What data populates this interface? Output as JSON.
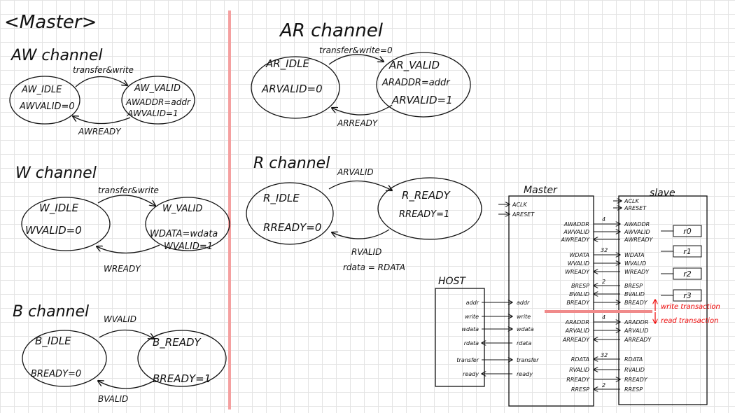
{
  "page_title": "<Master>",
  "aw": {
    "heading": "AW channel",
    "idle_name": "AW_IDLE",
    "idle_out": "AWVALID=0",
    "valid_name": "AW_VALID",
    "valid_out1": "AWADDR=addr",
    "valid_out2": "AWVALID=1",
    "fwd": "transfer&write",
    "back": "AWREADY"
  },
  "w": {
    "heading": "W channel",
    "idle_name": "W_IDLE",
    "idle_out": "WVALID=0",
    "valid_name": "W_VALID",
    "valid_out1": "WDATA=wdata",
    "valid_out2": "WVALID=1",
    "fwd": "transfer&write",
    "back": "WREADY"
  },
  "b": {
    "heading": "B channel",
    "idle_name": "B_IDLE",
    "idle_out": "BREADY=0",
    "ready_name": "B_READY",
    "ready_out": "BREADY=1",
    "fwd": "WVALID",
    "back": "BVALID"
  },
  "ar": {
    "heading": "AR channel",
    "idle_name": "AR_IDLE",
    "idle_out": "ARVALID=0",
    "valid_name": "AR_VALID",
    "valid_out1": "ARADDR=addr",
    "valid_out2": "ARVALID=1",
    "fwd": "transfer&write=0",
    "back": "ARREADY"
  },
  "r": {
    "heading": "R channel",
    "idle_name": "R_IDLE",
    "idle_out": "RREADY=0",
    "ready_name": "R_READY",
    "ready_out": "RREADY=1",
    "fwd": "ARVALID",
    "back1": "RVALID",
    "back2": "rdata = RDATA"
  },
  "block": {
    "host_title": "HOST",
    "master_title": "Master",
    "slave_title": "slave",
    "host_sigs": [
      "addr",
      "write",
      "wdata",
      "rdata",
      "transfer",
      "ready"
    ],
    "master_host_sigs": [
      "addr",
      "write",
      "wdata",
      "rdata",
      "transfer",
      "ready"
    ],
    "master_clk": "ACLK",
    "master_rst": "ARESET",
    "slave_clk": "ACLK",
    "slave_rst": "ARESET",
    "aw_sigs": [
      "AWADDR",
      "AWVALID",
      "AWREADY"
    ],
    "w_sigs": [
      "WDATA",
      "WVALID",
      "WREADY"
    ],
    "b_sigs": [
      "BRESP",
      "BVALID",
      "BREADY"
    ],
    "ar_sigs": [
      "ARADDR",
      "ARVALID",
      "ARREADY"
    ],
    "r_sigs": [
      "RDATA",
      "RVALID",
      "RREADY",
      "RRESP"
    ],
    "bus_widths": [
      "4",
      "32",
      "2",
      "4",
      "32",
      "2"
    ],
    "registers": [
      "r0",
      "r1",
      "r2",
      "r3"
    ],
    "write_note": "write transaction",
    "read_note": "read transaction"
  },
  "colors": {
    "divider": "#f4a0a0",
    "separator": "#f08a8a",
    "annotation": "#e00000",
    "ink": "#111111"
  }
}
